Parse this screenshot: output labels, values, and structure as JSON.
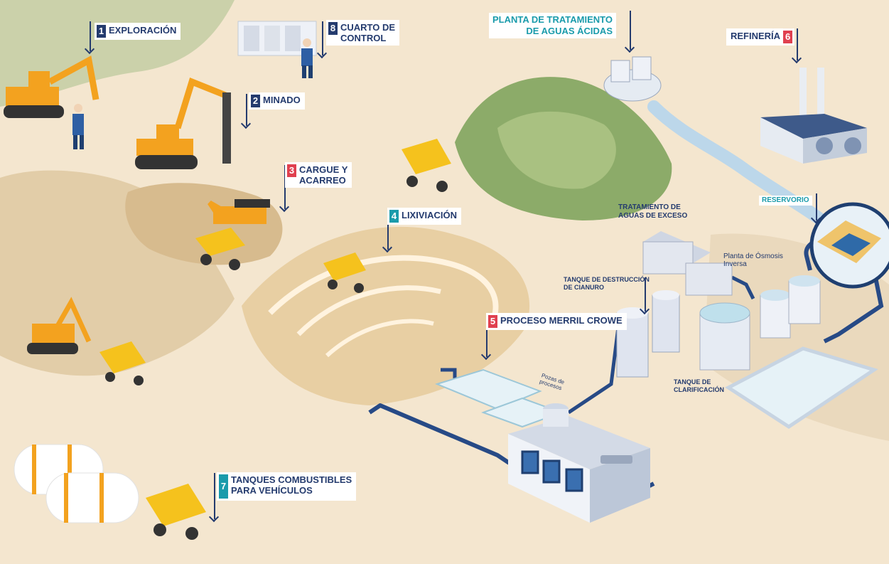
{
  "colors": {
    "navy": "#243b6e",
    "red": "#e0404f",
    "teal": "#1a9bab",
    "sand": "#f4e6cf",
    "machine": "#f3a21f"
  },
  "steps": [
    {
      "num": "1",
      "text": "EXPLORACIÓN",
      "color": "#243b6e"
    },
    {
      "num": "2",
      "text": "MINADO",
      "color": "#243b6e"
    },
    {
      "num": "3",
      "text": "CARGUE Y\nACARREO",
      "color": "#e0404f"
    },
    {
      "num": "4",
      "text": "LIXIVIACIÓN",
      "color": "#1a9bab"
    },
    {
      "num": "5",
      "text": "PROCESO MERRIL CROWE",
      "color": "#e0404f"
    },
    {
      "num": "6",
      "text": "REFINERÍA",
      "color": "#e0404f"
    },
    {
      "num": "7",
      "text": "TANQUES COMBUSTIBLES\nPARA VEHÍCULOS",
      "color": "#1a9bab"
    },
    {
      "num": "8",
      "text": "CUARTO DE\nCONTROL",
      "color": "#243b6e"
    }
  ],
  "labels": {
    "acid_water_plant": "PLANTA DE TRATAMIENTO\nDE AGUAS ÁCIDAS",
    "reservoir": "RESERVORIO",
    "excess_water": "TRATAMIENTO DE\nAGUAS DE EXCESO",
    "reverse_osmosis": "Planta de Ósmosis\nInversa",
    "cyanide_tank": "TANQUE DE DESTRUCCIÓN\nDE CIANURO",
    "clarification_tank": "TANQUE DE\nCLARIFICACIÓN",
    "process_ponds": "Pozas de\nprocesos"
  }
}
